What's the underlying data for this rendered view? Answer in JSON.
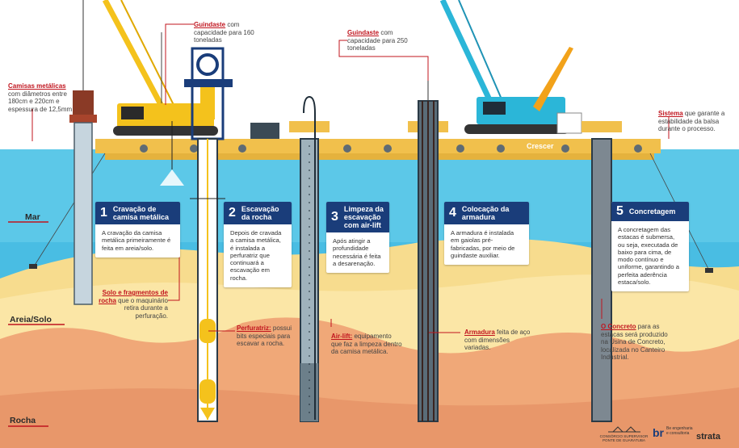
{
  "colors": {
    "sky": "#ffffff",
    "sea": "#5cc8e8",
    "sea_deep": "#3aa9d8",
    "sand": "#f7dc8e",
    "sand_light": "#fbe9b0",
    "rock": "#f0a878",
    "rock_dark": "#e8976a",
    "barge": "#f1c04c",
    "crane_yellow": "#f4c21c",
    "crane_cyan": "#2bb6d8",
    "card_header": "#1a3d7a",
    "accent_red": "#c0141e"
  },
  "barge_label": "Crescer",
  "layers": {
    "sea": "Mar",
    "sand": "Areia/Solo",
    "rock": "Rocha"
  },
  "annotations": {
    "crane1": {
      "title": "Guindaste",
      "text": " com capacidade para 160 toneladas"
    },
    "crane2": {
      "title": "Guindaste",
      "text": " com capacidade para 250 toneladas"
    },
    "casings": {
      "title": "Camisas metálicas",
      "text": " com diâmetros entre 180cm e 220cm e espessura de 12,5mm"
    },
    "system": {
      "title": "Sistema",
      "text": " que garante a estabilidade da balsa durante o processo."
    },
    "soil": {
      "title": "Solo e fragmentos de rocha",
      "text": " que o maquinário retira durante a perfuração."
    },
    "drill": {
      "title": "Perfuratriz:",
      "text": " possui bits especiais para escavar a rocha."
    },
    "airlift": {
      "title": "Air-lift:",
      "text": " equipamento que faz a limpeza dentro da camisa metálica."
    },
    "rebar": {
      "title": "Armadura",
      "text": " feita de aço com dimensões variadas."
    },
    "concrete": {
      "title": "O Concreto",
      "text": " para as estacas será produzido na Usina de Concreto, localizada no Canteiro Industrial."
    }
  },
  "steps": [
    {
      "num": "1",
      "title": "Cravação de camisa metálica",
      "text": "A cravação da camisa metálica primeiramente é feita em areia/solo."
    },
    {
      "num": "2",
      "title": "Escavação da rocha",
      "text": "Depois de cravada a camisa metálica, é instalada a perfuratriz que continuará a escavação em rocha."
    },
    {
      "num": "3",
      "title": "Limpeza da escavação com air-lift",
      "text": "Após atingir a profundidade necessária é feita a desarenação."
    },
    {
      "num": "4",
      "title": "Colocação da armadura",
      "text": "A armadura é instalada em gaiolas pré-fabricadas, por meio de guindaste auxiliar."
    },
    {
      "num": "5",
      "title": "Concretagem",
      "text": "A concretagem das estacas é submersa, ou seja, executada de baixo para cima, de modo contínuo e uniforme, garantindo a perfeita aderência estaca/solo."
    }
  ],
  "logos": {
    "consortium_line1": "CONSÓRCIO SUPERVISOR",
    "consortium_line2": "PONTE DE GUARATUBA",
    "br_mark": "br",
    "br_line1": "Be engenharia",
    "br_line2": "e consultoria",
    "strata": "strata"
  }
}
